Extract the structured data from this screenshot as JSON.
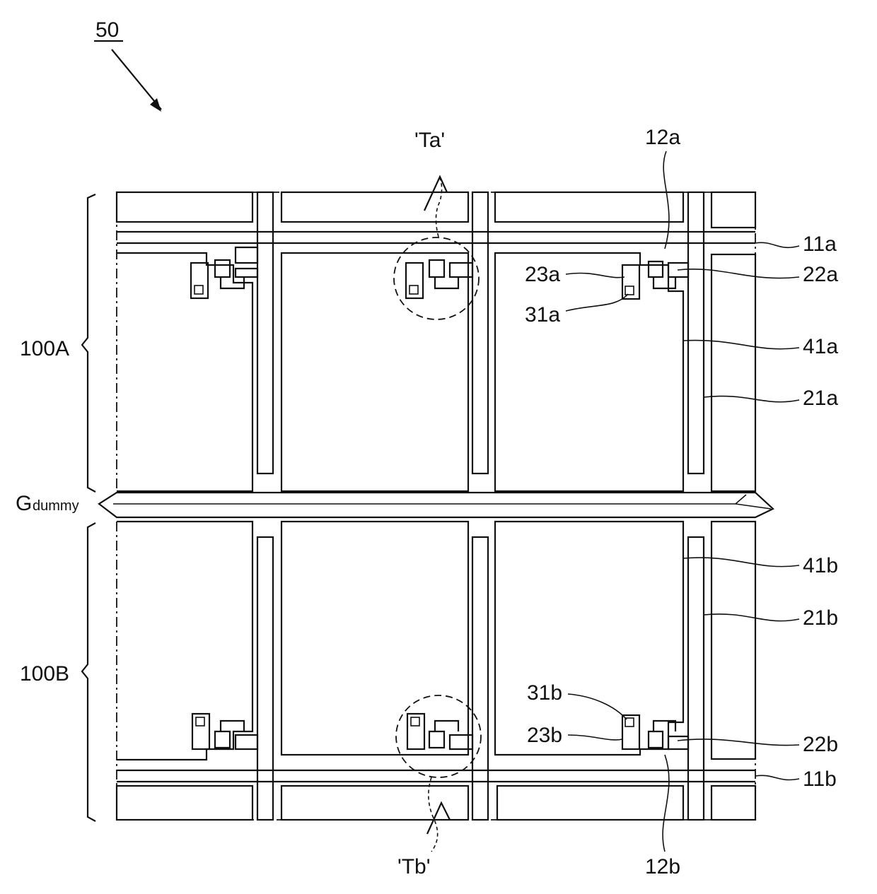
{
  "figure": {
    "ref_number": "50",
    "group_a": "100A",
    "group_b": "100B",
    "dummy_label_main": "G",
    "dummy_label_sub": "dummy",
    "callout_ta": "'Ta'",
    "callout_tb": "'Tb'",
    "labels": {
      "l12a": "12a",
      "l11a": "11a",
      "l22a": "22a",
      "l23a": "23a",
      "l31a": "31a",
      "l41a": "41a",
      "l21a": "21a",
      "l41b": "41b",
      "l21b": "21b",
      "l31b": "31b",
      "l23b": "23b",
      "l22b": "22b",
      "l11b": "11b",
      "l12b": "12b"
    }
  }
}
